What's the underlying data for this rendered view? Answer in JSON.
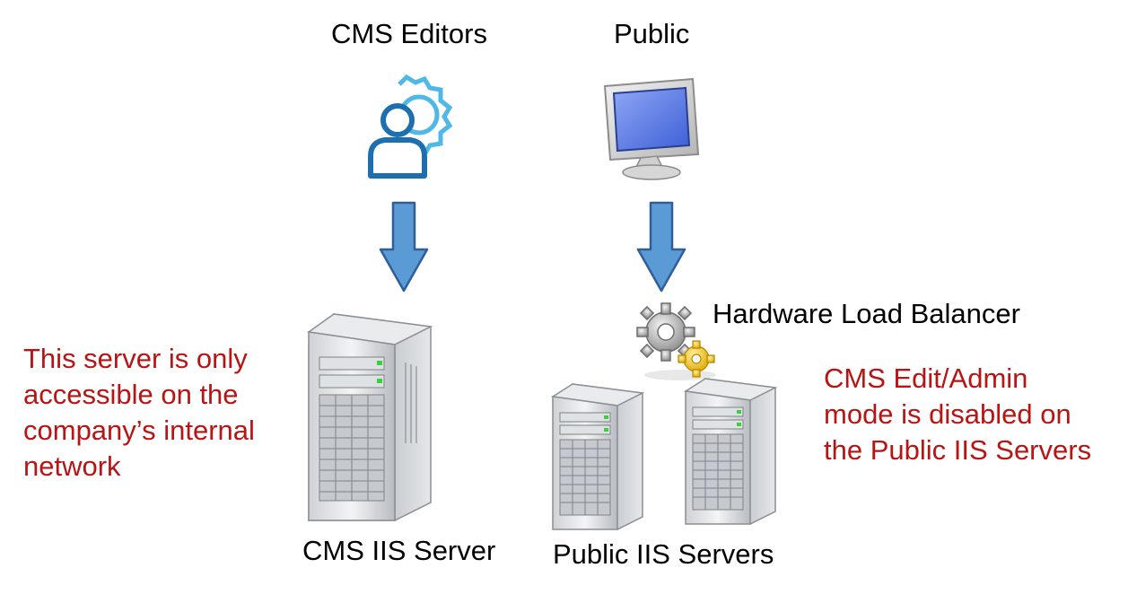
{
  "labels": {
    "cms_editors": "CMS Editors",
    "public": "Public",
    "load_balancer": "Hardware Load Balancer",
    "cms_server": "CMS IIS Server",
    "public_servers": "Public IIS Servers"
  },
  "notes": {
    "internal_only": "This server is only\naccessible on the\ncompany’s internal\nnetwork",
    "edit_disabled": "CMS Edit/Admin\nmode is disabled on\nthe Public IIS Servers"
  },
  "icons": {
    "editor": "user-gear-icon",
    "public": "monitor-icon",
    "balancer": "gears-icon",
    "server": "server-tower-icon"
  },
  "colors": {
    "arrow_fill": "#5b9bd5",
    "arrow_stroke": "#2f5f9a",
    "note_text": "#b81414",
    "editor_blue": "#1e6fb0",
    "editor_light": "#4fb8e6"
  }
}
